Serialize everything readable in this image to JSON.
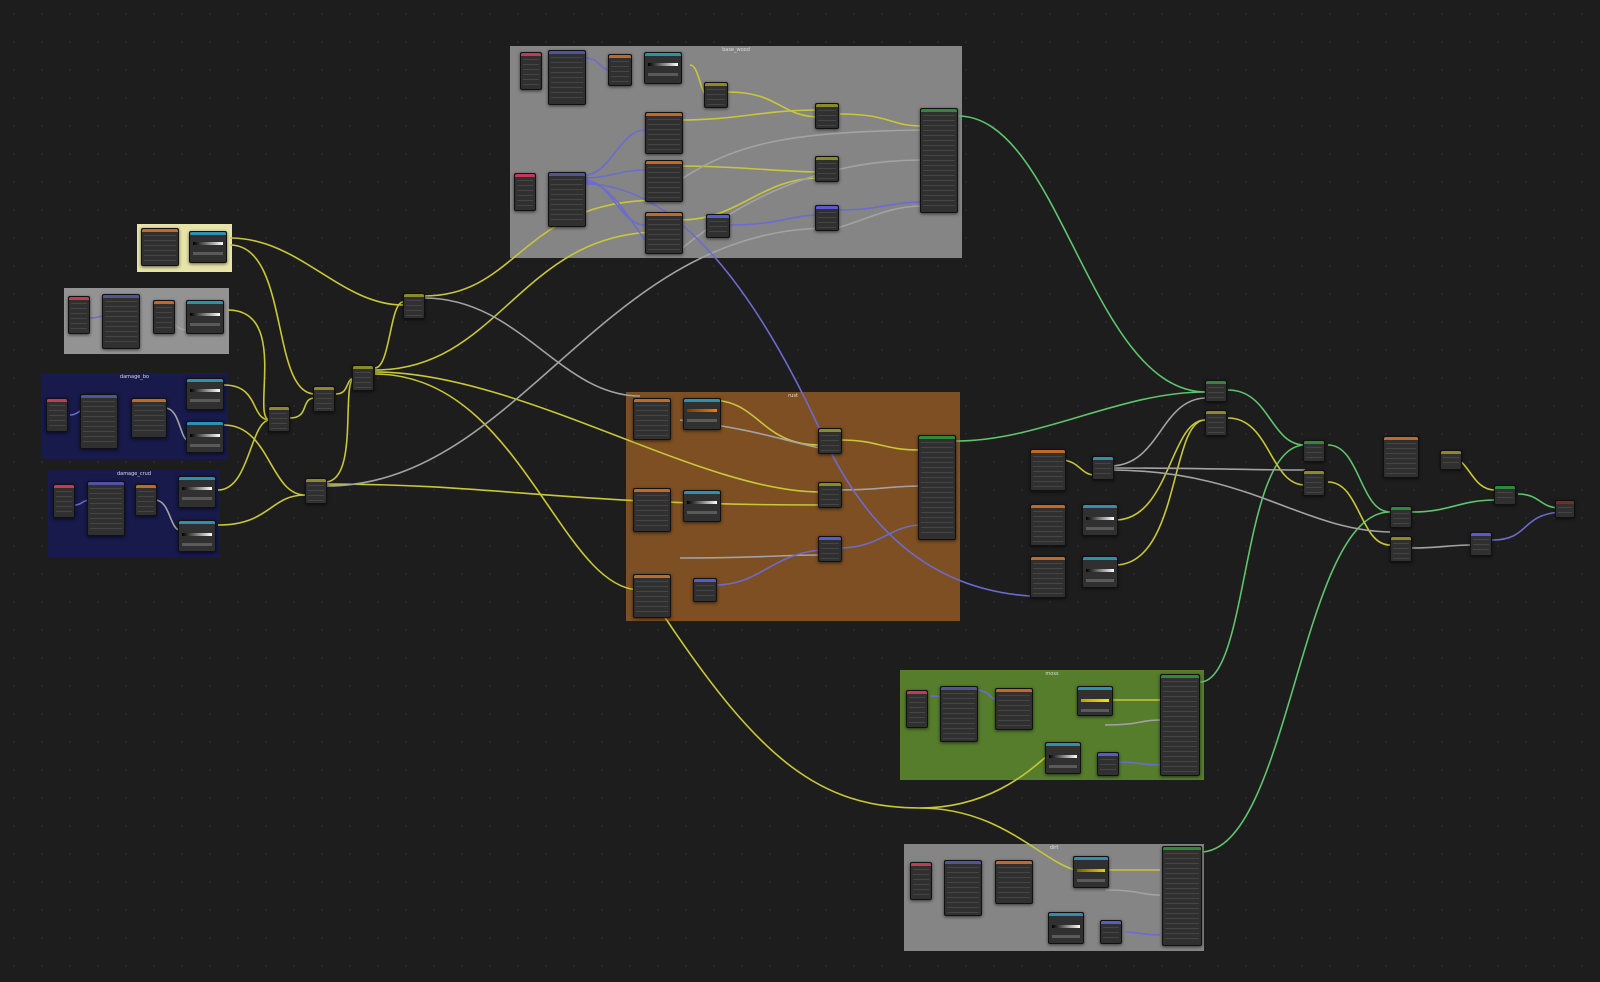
{
  "colors": {
    "background": "#1d1d1d",
    "wire_yellow": "#c8c73a",
    "wire_grey": "#a3a3a3",
    "wire_blue": "#6b6bd0",
    "wire_green": "#5fc46b",
    "header_texcoord": "#c23a58",
    "header_mapping": "#53539c",
    "header_texture": "#c06a2a",
    "header_colorramp": "#2f8fb0",
    "header_converter": "#8a8a2a",
    "header_vector": "#5a5ad0",
    "header_shader": "#2e8a3a",
    "header_output": "#7a2a2a",
    "frame_grey": "#858585",
    "frame_cream": "#e6e4a8",
    "frame_lightgrey": "#939393",
    "frame_navy": "#171a4a",
    "frame_orange": "#7d4f22",
    "frame_green": "#557d2c",
    "frame_grey_bottom": "#858585"
  },
  "frames": [
    {
      "id": "frame-top-grey",
      "label": "base_wood",
      "color_key": "frame_grey"
    },
    {
      "id": "frame-cream",
      "label": "",
      "color_key": "frame_cream"
    },
    {
      "id": "frame-light-grey",
      "label": "",
      "color_key": "frame_lightgrey"
    },
    {
      "id": "frame-navy-1",
      "label": "damage_bo",
      "color_key": "frame_navy"
    },
    {
      "id": "frame-navy-2",
      "label": "damage_crud",
      "color_key": "frame_navy"
    },
    {
      "id": "frame-orange",
      "label": "rust",
      "color_key": "frame_orange"
    },
    {
      "id": "frame-green",
      "label": "moss",
      "color_key": "frame_green"
    },
    {
      "id": "frame-bottom-grey",
      "label": "dirt",
      "color_key": "frame_grey_bottom"
    }
  ]
}
